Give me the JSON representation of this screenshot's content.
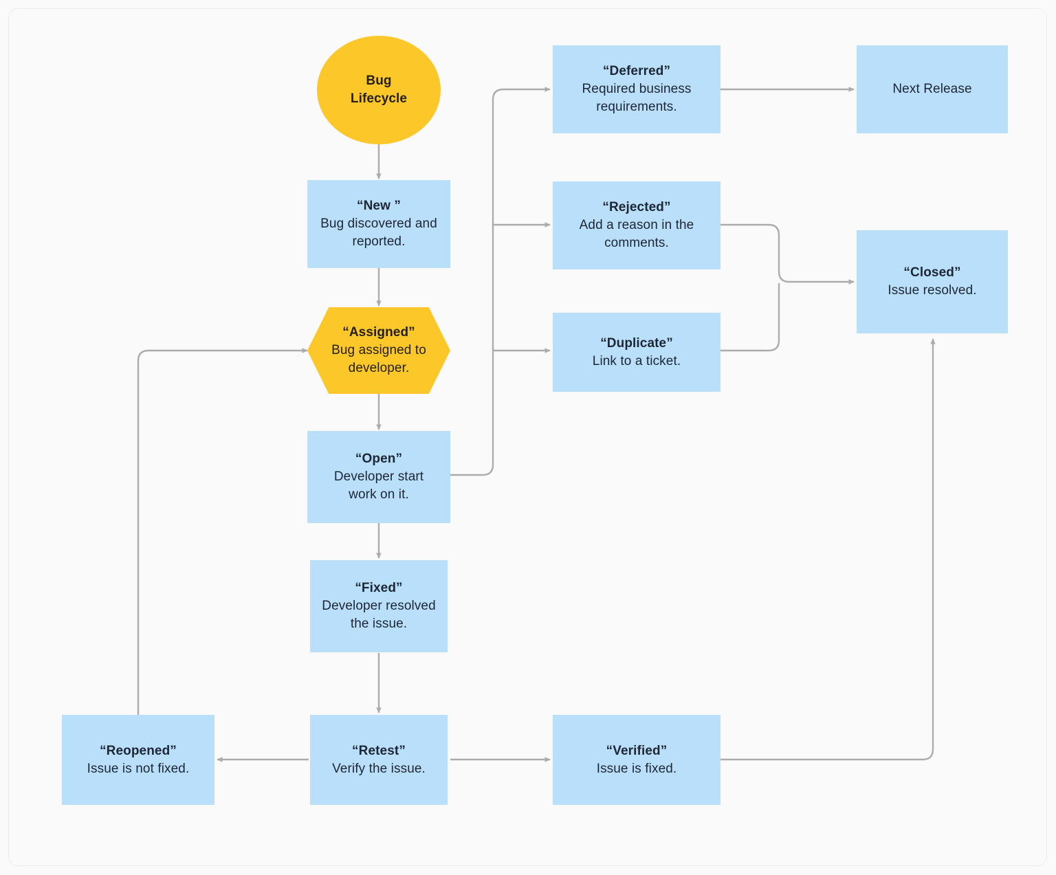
{
  "diagram": {
    "title": "Bug Lifecycle",
    "background_color": "#fafafa",
    "box_color": "#b9dffb",
    "accent_color": "#fcc728",
    "edge_color": "#acacac",
    "text_color": "#1d2633"
  },
  "nodes": {
    "start": {
      "label": "Bug",
      "label2": "Lifecycle",
      "shape": "ellipse"
    },
    "new": {
      "title": "“New ”",
      "desc_line1": "Bug discovered and",
      "desc_line2": "reported.",
      "shape": "rect"
    },
    "assigned": {
      "title": "“Assigned”",
      "desc_line1": "Bug assigned to",
      "desc_line2": "developer.",
      "shape": "hexagon"
    },
    "open": {
      "title": "“Open”",
      "desc_line1": "Developer start",
      "desc_line2": "work on it.",
      "shape": "rect"
    },
    "fixed": {
      "title": "“Fixed”",
      "desc_line1": "Developer resolved",
      "desc_line2": "the issue.",
      "shape": "rect"
    },
    "retest": {
      "title": "“Retest”",
      "desc_line1": "Verify the issue.",
      "shape": "rect"
    },
    "reopened": {
      "title": "“Reopened”",
      "desc_line1": "Issue is not fixed.",
      "shape": "rect"
    },
    "verified": {
      "title": "“Verified”",
      "desc_line1": "Issue is fixed.",
      "shape": "rect"
    },
    "deferred": {
      "title": "“Deferred”",
      "desc_line1": "Required business",
      "desc_line2": "requirements.",
      "shape": "rect"
    },
    "next_release": {
      "title": "",
      "desc_line1": "Next Release",
      "shape": "rect"
    },
    "rejected": {
      "title": "“Rejected”",
      "desc_line1": "Add a reason in the",
      "desc_line2": "comments.",
      "shape": "rect"
    },
    "duplicate": {
      "title": "“Duplicate”",
      "desc_line1": "Link to a ticket.",
      "shape": "rect"
    },
    "closed": {
      "title": "“Closed”",
      "desc_line1": "Issue resolved.",
      "shape": "rect"
    }
  },
  "edges": [
    {
      "from": "start",
      "to": "new"
    },
    {
      "from": "new",
      "to": "assigned"
    },
    {
      "from": "assigned",
      "to": "open"
    },
    {
      "from": "open",
      "to": "fixed"
    },
    {
      "from": "open",
      "to": "deferred"
    },
    {
      "from": "open",
      "to": "rejected"
    },
    {
      "from": "open",
      "to": "duplicate"
    },
    {
      "from": "fixed",
      "to": "retest"
    },
    {
      "from": "retest",
      "to": "reopened"
    },
    {
      "from": "retest",
      "to": "verified"
    },
    {
      "from": "reopened",
      "to": "assigned"
    },
    {
      "from": "verified",
      "to": "closed"
    },
    {
      "from": "deferred",
      "to": "next_release"
    },
    {
      "from": "rejected",
      "to": "closed"
    },
    {
      "from": "duplicate",
      "to": "closed"
    }
  ]
}
